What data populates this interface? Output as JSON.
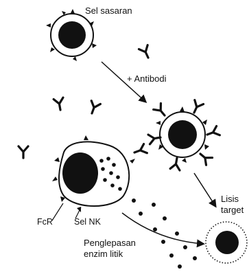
{
  "labels": {
    "target_cell": "Sel sasaran",
    "antibody_step": "+ Antibodi",
    "lysis_line1": "Lisis",
    "lysis_line2": "target",
    "fc_receptor": "FcR",
    "nk_cell": "Sel NK",
    "release_line1": "Penglepasan",
    "release_line2": "enzim litik"
  },
  "icons": {
    "antibody": "y-shaped-antibody-icon",
    "enzyme": "enzyme-granule-dot"
  },
  "colors": {
    "ink": "#111111",
    "paper": "#ffffff"
  }
}
